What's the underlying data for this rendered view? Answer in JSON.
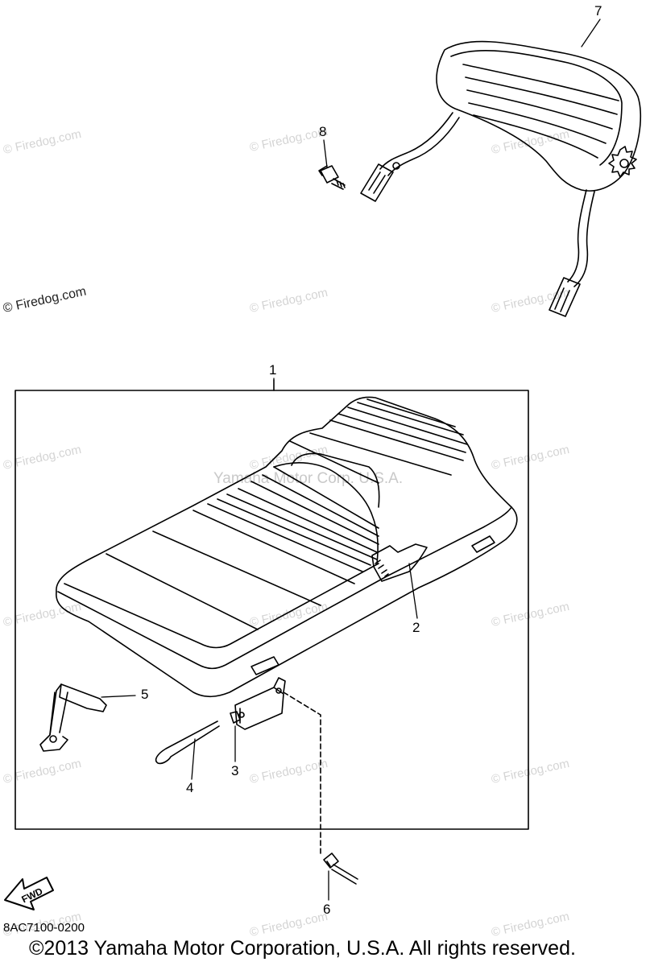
{
  "watermark": {
    "text": "© Firedog.com"
  },
  "center_watermark": "Yamaha Motor Corp. U.S.A.",
  "callouts": {
    "c1": "1",
    "c2": "2",
    "c3": "3",
    "c4": "4",
    "c5": "5",
    "c6": "6",
    "c7": "7",
    "c8": "8"
  },
  "fwd_label": "FWD",
  "part_code": "8AC7100-0200",
  "copyright": "©2013 Yamaha Motor Corporation, U.S.A. All rights reserved."
}
